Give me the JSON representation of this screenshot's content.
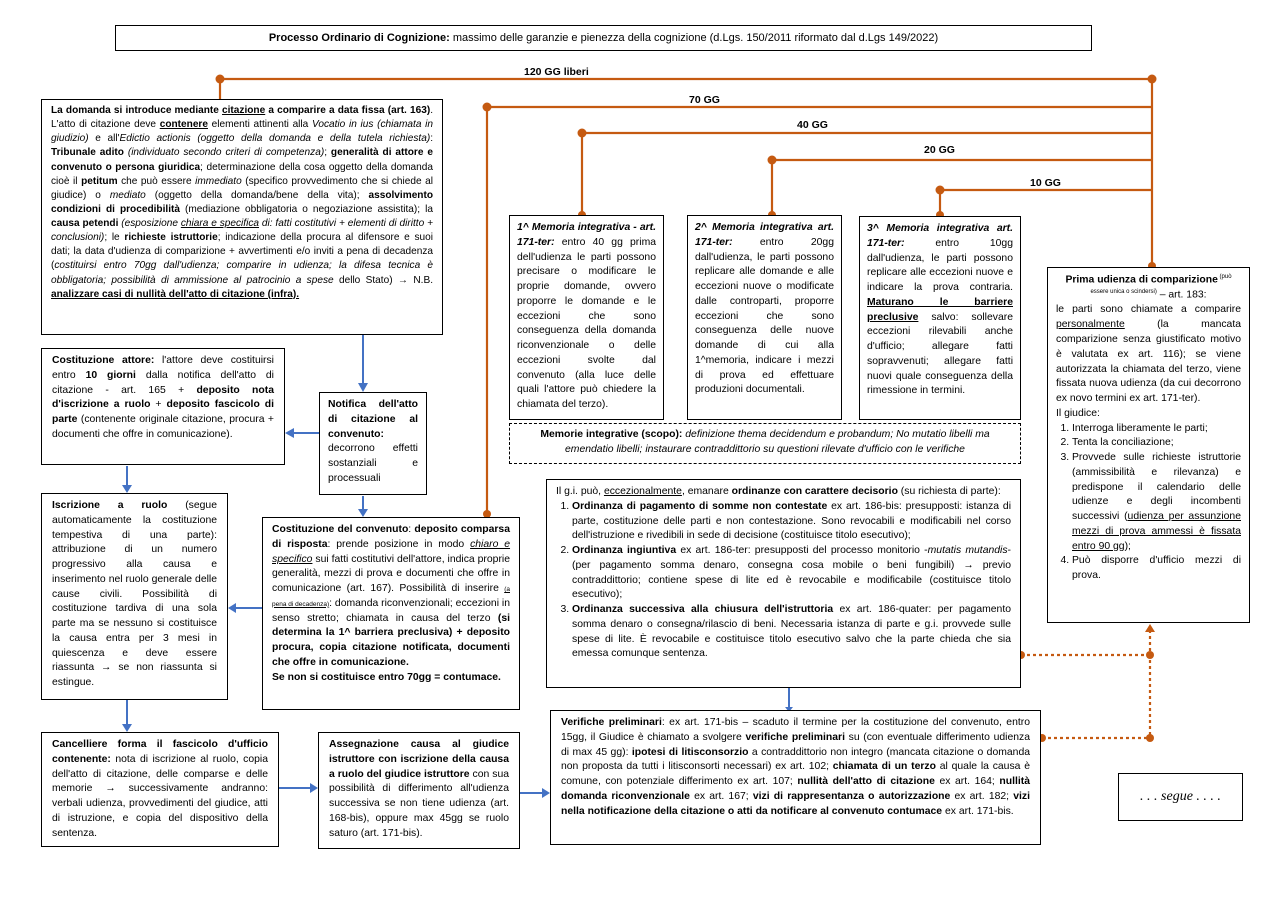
{
  "header": {
    "bold": "Processo Ordinario di Cognizione:",
    "rest": " massimo delle garanzie e pienezza della cognizione (d.Lgs. 150/2011 riformato dal d.Lgs 149/2022)"
  },
  "timeline_labels": {
    "t120": "120 GG liberi",
    "t70": "70 GG",
    "t40": "40 GG",
    "t20": "20 GG",
    "t10": "10 GG"
  },
  "citazione": {
    "p1": "La domanda si introduce mediante ",
    "p1u": "citazione",
    "p1b": " a comparire a data fissa (art. 163)",
    "p2": ". L'atto di citazione deve ",
    "p2u": "contenere",
    "p3": " elementi attinenti alla ",
    "p3i": "Vocatio in ius (chiamata in giudizio)",
    "p4": " e all'",
    "p4i": "Edictio actionis (oggetto della domanda e della tutela richiesta)",
    "p5": ": ",
    "p5b": "Tribunale adito",
    "p5i": " (individuato secondo criteri di competenza)",
    "p6": "; ",
    "p6b": "generalità di attore e convenuto o persona giuridica",
    "p7": "; determinazione della cosa oggetto della domanda cioè il ",
    "p7b": "petitum",
    "p8": " che può essere ",
    "p8i": "immediato",
    "p9": " (specifico provvedimento che si chiede al giudice) o ",
    "p9i": "mediato",
    "p10": " (oggetto della domanda/bene della vita); ",
    "p10b": "assolvimento condizioni di procedibilità",
    "p11": " (mediazione obbligatoria o negoziazione assistita); la ",
    "p11b": "causa petendi",
    "p12i": " (esposizione ",
    "p12iu": "chiara e specifica",
    "p13i": " di: fatti costitutivi + elementi di diritto + conclusioni)",
    "p14": "; le ",
    "p14b": "richieste istruttorie",
    "p15": "; indicazione della procura al difensore e suoi dati; la data d'udienza di comparizione + avvertimenti e/o inviti a pena di decadenza (",
    "p15i": "costituirsi entro 70gg dall'udienza; comparire in udienza; la difesa tecnica è obbligatoria; possibilità di ammissione al patrocinio a spese",
    "p16": " dello Stato) → N.B. ",
    "p16bu": "analizzare casi di nullità dell'atto di citazione (infra)."
  },
  "memoria1": {
    "title": "1^ Memoria integrativa - art. 171-ter:",
    "text": " entro 40 gg prima dell'udienza le parti possono precisare o modificare le proprie domande, ovvero proporre le domande e le eccezioni che sono conseguenza della domanda riconvenzionale o delle eccezioni svolte dal convenuto (alla luce delle quali l'attore può chiedere la chiamata del terzo)."
  },
  "memoria2": {
    "title": "2^ Memoria integrativa art. 171-ter:",
    "text": " entro 20gg dall'udienza, le parti possono replicare alle domande e alle eccezioni nuove o modificate dalle controparti, proporre eccezioni che sono conseguenza delle nuove domande di cui alla 1^memoria, indicare i mezzi di prova ed effettuare produzioni documentali."
  },
  "memoria3": {
    "title": "3^ Memoria integrativa art. 171-ter:",
    "text1": " entro 10gg dall'udienza, le parti possono replicare alle eccezioni nuove e indicare la prova contraria. ",
    "text2u": "Maturano le barriere preclusive",
    "text3": " salvo: sollevare eccezioni rilevabili anche d'ufficio; allegare fatti sopravvenuti; allegare fatti nuovi quale conseguenza della rimessione in termini."
  },
  "memorie_scopo": {
    "title": "Memorie integrative (scopo):",
    "text": " definizione thema decidendum e probandum; No mutatio libelli ma emendatio libelli; instaurare contraddittorio su questioni rilevate d'ufficio con le verifiche"
  },
  "prima_udienza": {
    "title": "Prima udienza di comparizione",
    "sup": " (può essere unica o scindersi)",
    "art": " – art. 183:",
    "t1": "le parti sono chiamate a comparire ",
    "t1u": "personalmente",
    "t2": " (la mancata comparizione senza giustificato motivo è valutata ex art. 116); se viene autorizzata la chiamata del terzo, viene fissata nuova udienza (da cui decorrono ex novo termini ex art. 171-ter).",
    "giudice": "Il giudice:",
    "items": [
      "Interroga liberamente le parti;",
      "Tenta la conciliazione;",
      "Provvede sulle richieste istruttorie (ammissibilità e rilevanza) e predispone il calendario delle udienze e degli incombenti successivi (",
      "Può disporre d'ufficio mezzi di prova."
    ],
    "item3u": "udienza per assunzione mezzi di prova ammessi è fissata entro 90 gg",
    "item3end": ");"
  },
  "costituzione_attore": {
    "b1": "Costituzione attore:",
    "t1": " l'attore deve costituirsi entro ",
    "b2": "10 giorni",
    "t2": " dalla notifica dell'atto di citazione - art. 165 + ",
    "b3": "deposito nota d'iscrizione a ruolo",
    "t3": " + ",
    "b4": "deposito fascicolo di parte",
    "t4": " (contenente originale citazione, procura + documenti che offre in comunicazione)."
  },
  "notifica": {
    "b": "Notifica dell'atto di citazione al convenuto:",
    "t": " decorrono effetti sostanziali e processuali"
  },
  "iscrizione": {
    "b": "Iscrizione a ruolo",
    "t": " (segue automaticamente la costituzione tempestiva di una parte): attribuzione di un numero progressivo alla causa e inserimento nel ruolo generale delle cause civili. Possibilità di costituzione tardiva di una sola parte ma se nessuno si costituisce la causa entra per 3 mesi in quiescenza e deve essere riassunta → se non riassunta si estingue."
  },
  "costituzione_convenuto": {
    "b1": "Costituzione del convenuto",
    "t1": ": ",
    "b2": "deposito comparsa di risposta",
    "t2": ": prende posizione in modo ",
    "iu": "chiaro e specifico",
    "t3": " sui fatti costitutivi dell'attore, indica proprie generalità, mezzi di prova e documenti che offre in comunicazione (art. 167). Possibilità di inserire ",
    "tiny": "(a pena di decadenza)",
    "t4": ": domanda riconvenzionali; eccezioni in senso stretto; chiamata in causa del terzo ",
    "b3": "(si determina la 1^ barriera preclusiva) + deposito procura, copia citazione notificata, documenti che offre in comunicazione.",
    "b4": "Se non si costituisce entro 70gg = contumace."
  },
  "ordinanze": {
    "t1": "Il g.i. può, ",
    "t1u": "eccezionalmente",
    "t2": ", emanare ",
    "t2b": "ordinanze con carattere decisorio",
    "t3": " (su richiesta di parte):",
    "items": [
      {
        "b": "Ordinanza di pagamento di somme non contestate",
        "t": " ex art. 186-bis: presupposti: istanza di parte, costituzione delle parti e non contestazione. Sono revocabili e modificabili nel corso dell'istruzione e rivedibili in sede di decisione (costituisce titolo esecutivo);"
      },
      {
        "b": "Ordinanza ingiuntiva",
        "t": " ex art. 186-ter: presupposti del processo monitorio -",
        "i": "mutatis mutandis",
        "t2": "- (per pagamento somma denaro, consegna cosa mobile o beni fungibili) → previo contraddittorio; contiene spese di lite ed è revocabile e modificabile (costituisce titolo esecutivo);"
      },
      {
        "b": "Ordinanza successiva alla chiusura dell'istruttoria",
        "t": " ex art. 186-quater: per pagamento somma denaro o consegna/rilascio di beni. Necessaria istanza di parte e g.i. provvede sulle spese di lite. È revocabile e costituisce titolo esecutivo salvo che la parte chieda che sia emessa comunque sentenza."
      }
    ]
  },
  "cancelliere": {
    "b": "Cancelliere forma il fascicolo d'ufficio contenente:",
    "t": " nota di iscrizione al ruolo, copia dell'atto di citazione, delle comparse e delle memorie → successivamente andranno: verbali udienza, provvedimenti del giudice, atti di istruzione, e copia del dispositivo della sentenza."
  },
  "assegnazione": {
    "b": "Assegnazione causa al giudice istruttore con iscrizione della causa a ruolo del giudice istruttore",
    "t": " con sua possibilità di differimento all'udienza successiva se non tiene udienza (art. 168-bis), oppure max 45gg se ruolo saturo (art. 171-bis)."
  },
  "verifiche": {
    "b1": "Verifiche preliminari",
    "t1": ": ex art. 171-bis – scaduto il termine per la costituzione del convenuto, entro 15gg, il Giudice è chiamato a svolgere ",
    "b2": "verifiche preliminari",
    "t2": " su (con eventuale differimento udienza di max 45 gg): ",
    "b3": "ipotesi di litisconsorzio",
    "t3": " a contraddittorio non integro (mancata citazione o domanda non proposta da tutti i litisconsorti necessari) ex art. 102; ",
    "b4": "chiamata di un terzo",
    "t4": " al quale la causa è comune, con potenziale differimento ex art. 107; ",
    "b5": "nullità dell'atto di citazione",
    "t5": " ex art. 164; ",
    "b6": "nullità domanda riconvenzionale",
    "t6": " ex art. 167; ",
    "b7": "vizi di rappresentanza o autorizzazione",
    "t7": " ex art. 182; ",
    "b8": "vizi nella notificazione della citazione o atti da notificare al convenuto contumace",
    "t8": " ex art. 171-bis."
  },
  "segue": ". . . segue . . . .",
  "colors": {
    "orange": "#c55a11",
    "blue": "#4472c4"
  }
}
